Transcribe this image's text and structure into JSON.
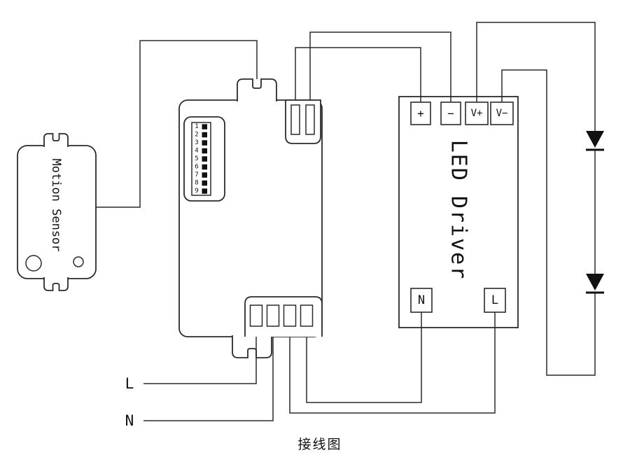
{
  "page": {
    "background": "#ffffff",
    "line_color": "#2b2b2b"
  },
  "caption": "接线图",
  "motion_sensor": {
    "label": "Motion Sensor"
  },
  "controller": {
    "dip_digits": [
      "1",
      "2",
      "3",
      "4",
      "5",
      "6",
      "7",
      "8",
      "9"
    ]
  },
  "led_driver": {
    "label": "LED Driver",
    "terminal_plus": "+",
    "terminal_minus": "−",
    "terminal_vplus": "V+",
    "terminal_vminus": "V−",
    "terminal_n": "N",
    "terminal_l": "L"
  },
  "mains": {
    "l_label": "L",
    "n_label": "N"
  }
}
